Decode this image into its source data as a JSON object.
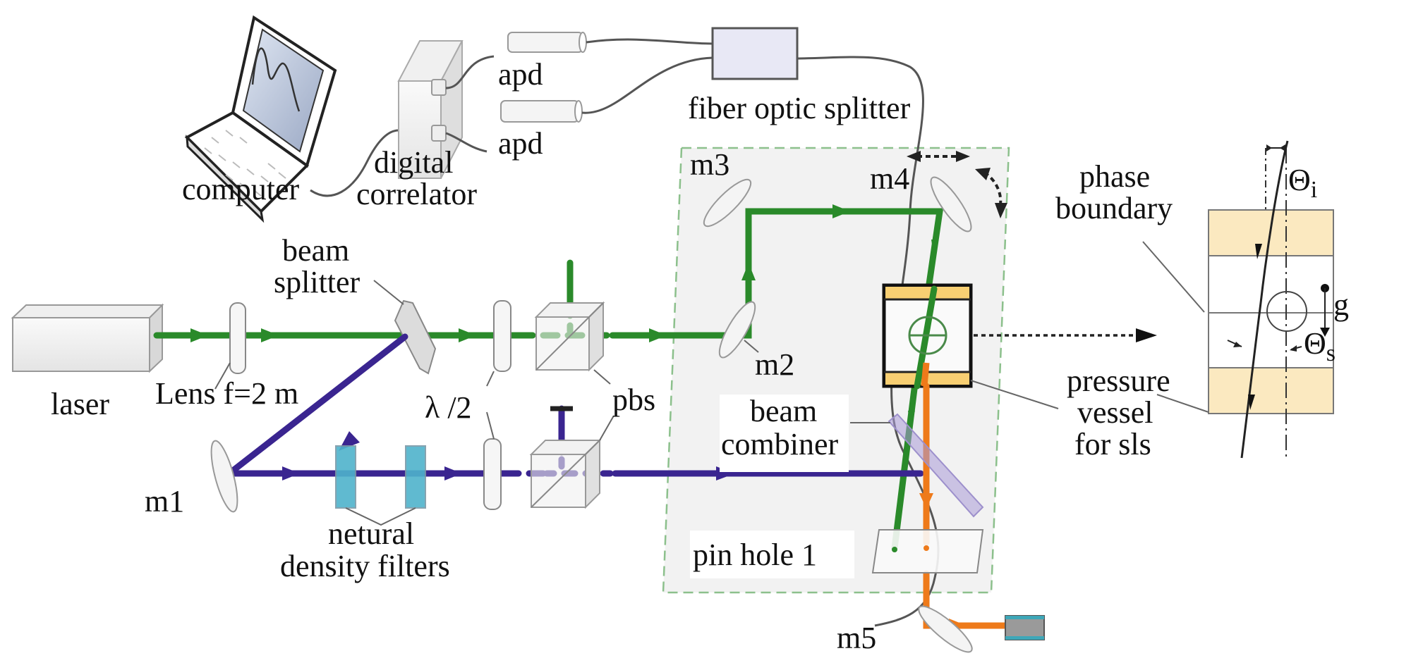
{
  "title": "Optical setup for static light scattering in a pressure vessel",
  "colors": {
    "green_beam": "#2a8a2a",
    "violet_beam": "#3a2590",
    "orange_beam": "#ee7a1a",
    "vessel_window": "#f8cf72",
    "combiner": "#c8bfe6",
    "nd_filter": "#4fb3cc",
    "enclosure_dash": "#8cc08c"
  },
  "labels": {
    "computer": "computer",
    "correlator_line1": "digital",
    "correlator_line2": "correlator",
    "apd_top": "apd",
    "apd_bottom": "apd",
    "fiber_splitter": "fiber optic splitter",
    "laser": "laser",
    "lens": "Lens f=2 m",
    "beam_splitter_line1": "beam",
    "beam_splitter_line2": "splitter",
    "half_wave": "λ /2",
    "pbs": "pbs",
    "m1": "m1",
    "m2": "m2",
    "m3": "m3",
    "m4": "m4",
    "m5": "m5",
    "nd_line1": "netural",
    "nd_line2": "density filters",
    "beam_combiner_line1": "beam",
    "beam_combiner_line2": "combiner",
    "pinhole": "pin hole 1",
    "pressure_line1": "pressure",
    "pressure_line2": "vessel",
    "pressure_line3": "for sls",
    "phase_line1": "phase",
    "phase_line2": "boundary",
    "theta_i": "Θ",
    "theta_i_sub": "i",
    "theta_s": "Θ",
    "theta_s_sub": "s",
    "gravity": "g"
  }
}
